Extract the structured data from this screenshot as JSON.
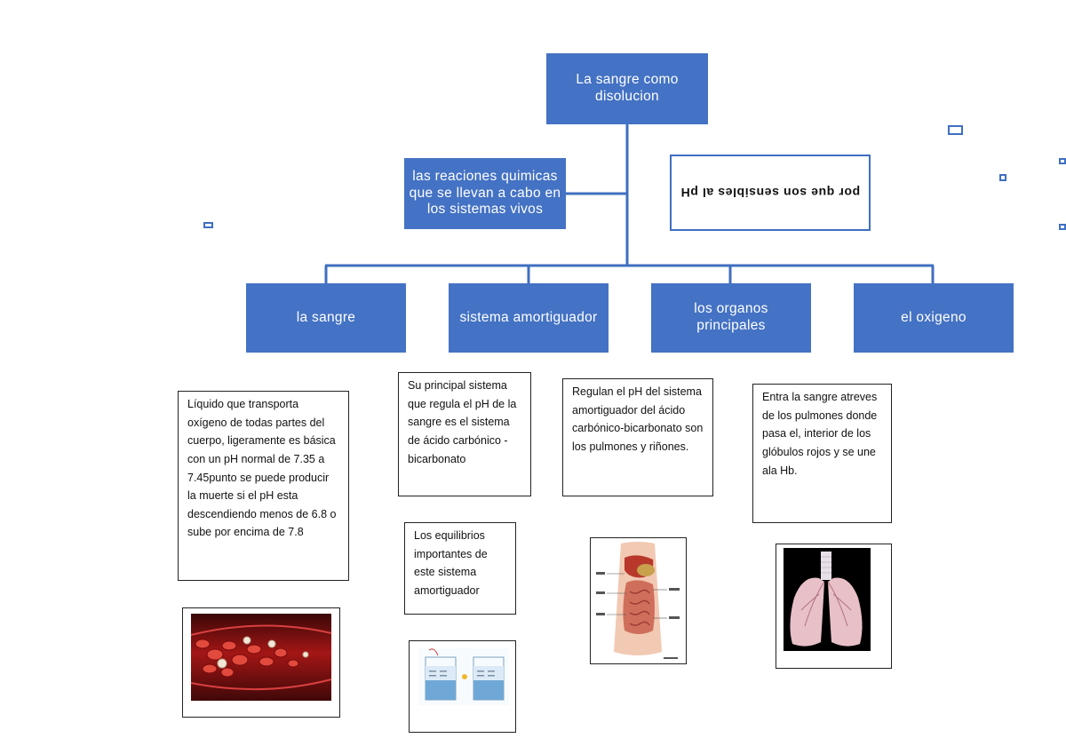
{
  "root": {
    "text": "La sangre como disolucion"
  },
  "side_label": {
    "text": "las reaciones quimicas que se llevan a cabo en los sistemas  vivos"
  },
  "question_box": {
    "text": "por que son sensibles al pH"
  },
  "branches": [
    {
      "label": "la sangre"
    },
    {
      "label": "sistema amortiguador"
    },
    {
      "label": "los organos principales"
    },
    {
      "label": "el oxigeno"
    }
  ],
  "notes": {
    "sangre": "Líquido que transporta oxígeno de todas partes del cuerpo, ligeramente es básica con un pH normal de 7.35 a 7.45punto se puede producir la muerte si el pH esta descendiendo menos de 6.8 o sube por encima de 7.8",
    "amortiguador_1": "Su principal sistema que regula el pH de la sangre es el sistema de ácido carbónico - bicarbonato",
    "amortiguador_2": "Los equilibrios importantes de este sistema amortiguador",
    "organos": "Regulan el pH del sistema amortiguador del ácido carbónico-bicarbonato son los pulmones y riñones.",
    "oxigeno": "Entra la sangre atreves de los pulmones donde pasa el, interior de los glóbulos rojos y se une ala Hb."
  },
  "colors": {
    "box_fill": "#4472c4",
    "connector": "#3f6fc0",
    "text_on_box": "#ffffff"
  },
  "images": {
    "blood_vessel": "blood-vessel-image",
    "beakers": "beakers-image",
    "abdomen_organs": "abdomen-organs-image",
    "lungs": "lungs-image"
  }
}
